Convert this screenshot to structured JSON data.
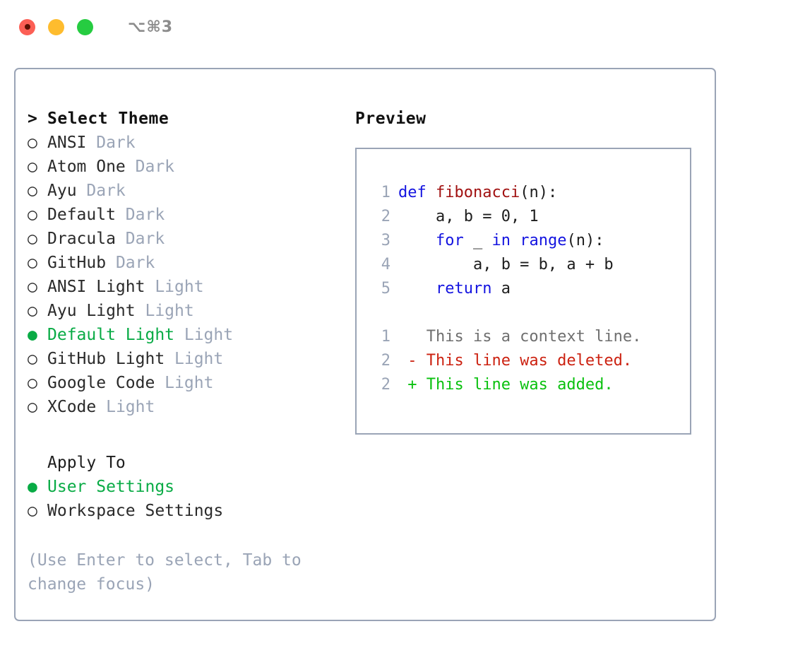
{
  "window": {
    "title": "⌥⌘3",
    "traffic_lights": [
      {
        "name": "close",
        "color": "#fc5f55"
      },
      {
        "name": "minimize",
        "color": "#febc2e"
      },
      {
        "name": "maximize",
        "color": "#26cc41"
      }
    ]
  },
  "colors": {
    "border": "#9aa4b6",
    "selected_green": "#09ab45",
    "muted": "#9aa4b6",
    "text": "#2a2a2a",
    "keyword_blue": "#1414e0",
    "function_red": "#a11111",
    "diff_deleted": "#cc2211",
    "diff_added": "#0ac10f",
    "diff_context": "#6f6f6f"
  },
  "theme_picker": {
    "heading_marker": ">",
    "heading": "Select Theme",
    "bullet_unselected": "○",
    "bullet_selected": "●",
    "items": [
      {
        "label": "ANSI",
        "suffix": "Dark",
        "selected": false
      },
      {
        "label": "Atom One",
        "suffix": "Dark",
        "selected": false
      },
      {
        "label": "Ayu",
        "suffix": "Dark",
        "selected": false
      },
      {
        "label": "Default",
        "suffix": "Dark",
        "selected": false
      },
      {
        "label": "Dracula",
        "suffix": "Dark",
        "selected": false
      },
      {
        "label": "GitHub",
        "suffix": "Dark",
        "selected": false
      },
      {
        "label": "ANSI Light",
        "suffix": "Light",
        "selected": false
      },
      {
        "label": "Ayu Light",
        "suffix": "Light",
        "selected": false
      },
      {
        "label": "Default Light",
        "suffix": "Light",
        "selected": true
      },
      {
        "label": "GitHub Light",
        "suffix": "Light",
        "selected": false
      },
      {
        "label": "Google Code",
        "suffix": "Light",
        "selected": false
      },
      {
        "label": "XCode",
        "suffix": "Light",
        "selected": false
      }
    ]
  },
  "apply_to": {
    "title": "Apply To",
    "items": [
      {
        "label": "User Settings",
        "selected": true
      },
      {
        "label": "Workspace Settings",
        "selected": false
      }
    ]
  },
  "hint": "(Use Enter to select, Tab to change focus)",
  "preview": {
    "title": "Preview",
    "code_lines": [
      {
        "num": "1",
        "tokens": [
          {
            "t": "def ",
            "c": "kw"
          },
          {
            "t": "fibonacci",
            "c": "fn"
          },
          {
            "t": "(n):",
            "c": "plain"
          }
        ]
      },
      {
        "num": "2",
        "tokens": [
          {
            "t": "    a, b = 0, 1",
            "c": "plain"
          }
        ]
      },
      {
        "num": "3",
        "tokens": [
          {
            "t": "    ",
            "c": "plain"
          },
          {
            "t": "for",
            "c": "kw"
          },
          {
            "t": " _ ",
            "c": "plain"
          },
          {
            "t": "in ",
            "c": "kw"
          },
          {
            "t": "range",
            "c": "kw"
          },
          {
            "t": "(n):",
            "c": "plain"
          }
        ]
      },
      {
        "num": "4",
        "tokens": [
          {
            "t": "        a, b = b, a + b",
            "c": "plain"
          }
        ]
      },
      {
        "num": "5",
        "tokens": [
          {
            "t": "    ",
            "c": "plain"
          },
          {
            "t": "return",
            "c": "kw"
          },
          {
            "t": " a",
            "c": "plain"
          }
        ]
      }
    ],
    "diff_lines": [
      {
        "num": "1",
        "tokens": [
          {
            "t": "   This is a context line.",
            "c": "ctx"
          }
        ]
      },
      {
        "num": "2",
        "tokens": [
          {
            "t": " - This line was deleted.",
            "c": "del"
          }
        ]
      },
      {
        "num": "2",
        "tokens": [
          {
            "t": " + This line was added.",
            "c": "add"
          }
        ]
      }
    ]
  }
}
